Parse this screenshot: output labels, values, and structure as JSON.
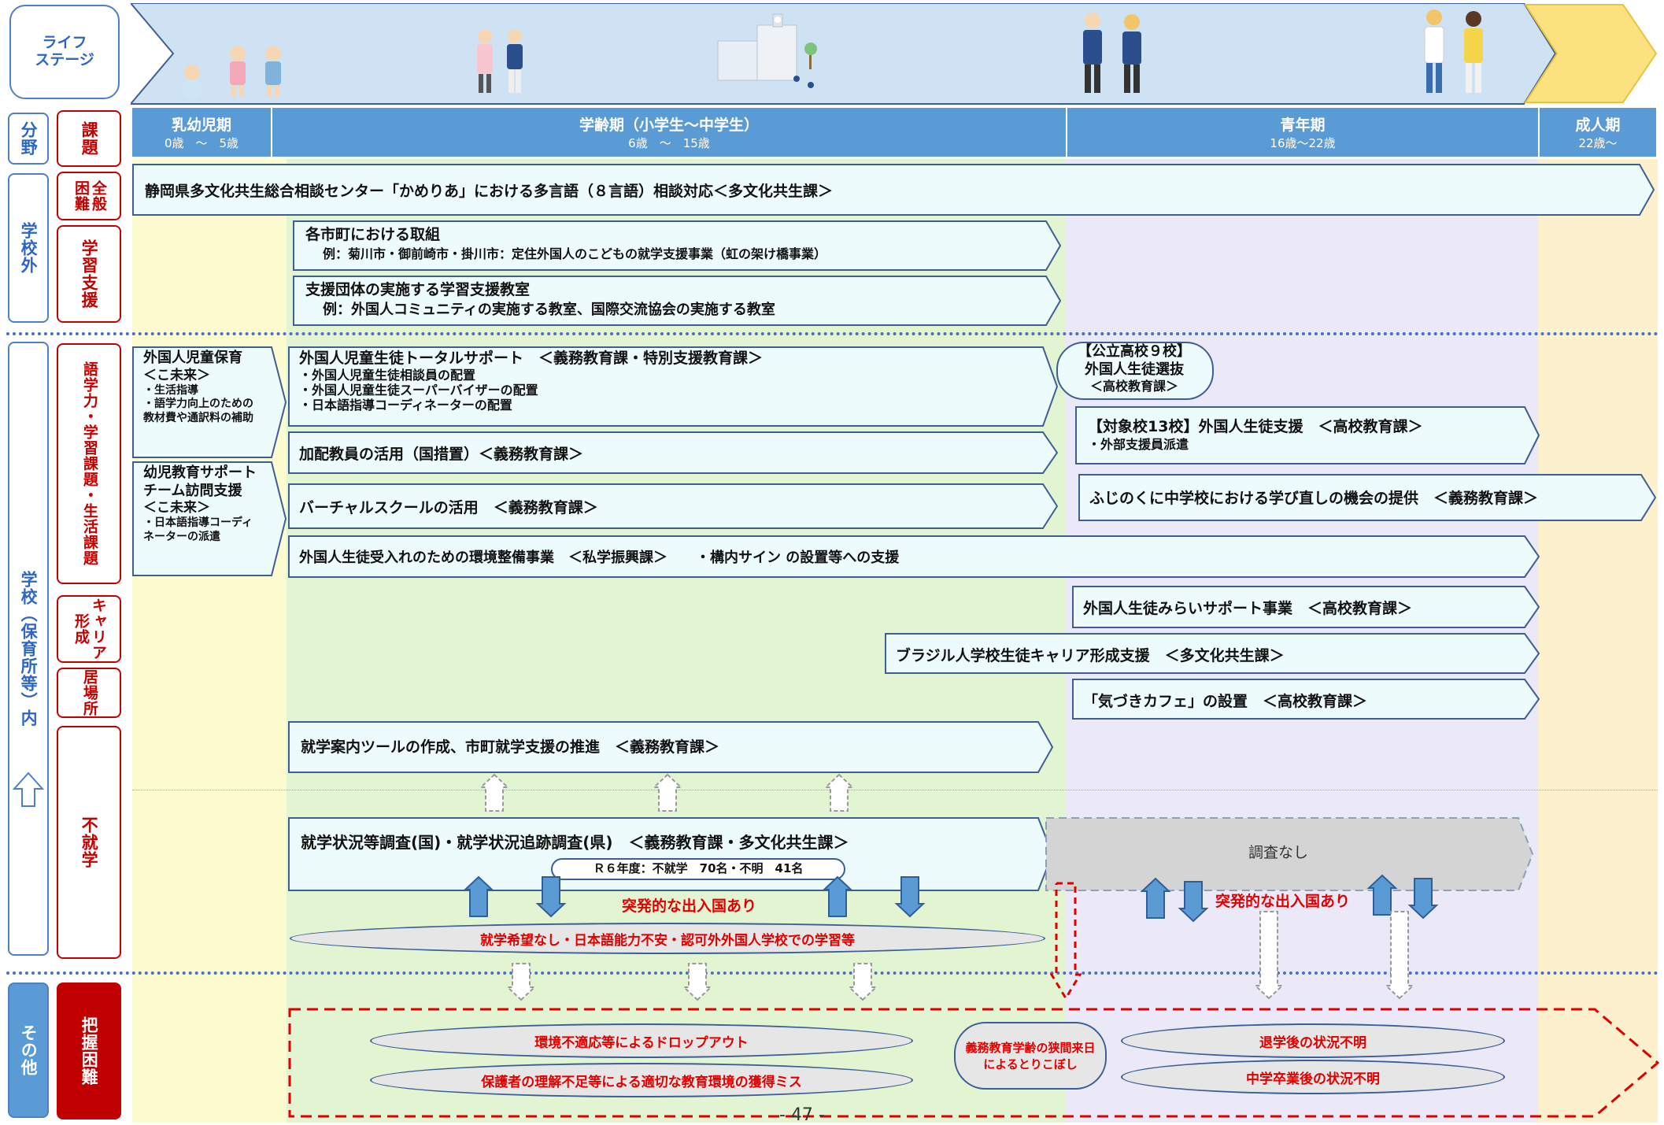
{
  "header": {
    "life_stage_label": "ライフ\nステージ",
    "bunya_label": "分野",
    "kadai_label": "課題"
  },
  "phases": [
    {
      "name": "乳幼児期",
      "age": "0歳　～　5歳"
    },
    {
      "name": "学齢期（小学生～中学生）",
      "age": "6歳　～　15歳"
    },
    {
      "name": "青年期",
      "age": "16歳～22歳"
    },
    {
      "name": "成人期",
      "age": "22歳～"
    }
  ],
  "sections": {
    "gakkougai": "学校外",
    "gakkounai": "学校（保育所等）内",
    "sonota": "その他"
  },
  "issues": {
    "zenpan": "全般\n困難",
    "gakushu": "学習支援",
    "gogaku": "語学力・学習課題・生活課題",
    "career": "キャリア形成",
    "ibasho": "居場所",
    "fushugaku": "不就学",
    "haaku": "把握困難"
  },
  "programs": {
    "kameria": "静岡県多文化共生総合相談センター「かめりあ」における多言語（８言語）相談対応＜多文化共生課＞",
    "shichoson_title": "各市町における取組",
    "shichoson_ex": "例：菊川市・御前崎市・掛川市：定住外国人のこどもの就学支援事業（虹の架け橋事業）",
    "shien_title": "支援団体の実施する学習支援教室",
    "shien_ex": "例：外国人コミュニティの実施する教室、国際交流協会の実施する教室",
    "hoiku_title": "外国人児童保育",
    "hoiku_dept": "＜こ未来＞",
    "hoiku_items": [
      "・生活指導",
      "・語学力向上のための教材費や通訳料の補助"
    ],
    "youji_title": "幼児教育サポートチーム訪問支援",
    "youji_dept": "＜こ未来＞",
    "youji_items": [
      "・日本語指導コーディネーターの派遣"
    ],
    "total_title": "外国人児童生徒トータルサポート　＜義務教育課・特別支援教育課＞",
    "total_items": [
      "・外国人児童生徒相談員の配置",
      "・外国人児童生徒スーパーバイザーの配置",
      "・日本語指導コーディネーターの配置"
    ],
    "kahai": "加配教員の活用（国措置）＜義務教育課＞",
    "virtual": "バーチャルスクールの活用　＜義務教育課＞",
    "kankyo": "外国人生徒受入れのための環境整備事業　＜私学振興課＞　　・構内サイン の設置等への支援",
    "koritsu_title": "【公立高校９校】",
    "koritsu_sub": "外国人生徒選抜",
    "koritsu_dept": "＜高校教育課＞",
    "taisho_title": "【対象校13校】外国人生徒支援　＜高校教育課＞",
    "taisho_item": "・外部支援員派遣",
    "fujinokuni": "ふじのくに中学校における学び直しの機会の提供　＜義務教育課＞",
    "mirai": "外国人生徒みらいサポート事業　＜高校教育課＞",
    "brazil": "ブラジル人学校生徒キャリア形成支援　＜多文化共生課＞",
    "kizuki": "「気づきカフェ」の設置　＜高校教育課＞",
    "annai": "就学案内ツールの作成、市町就学支援の推進　＜義務教育課＞",
    "chosa_title": "就学状況等調査(国)・就学状況追跡調査(県)　＜義務教育課・多文化共生課＞",
    "chosa_stats": "Ｒ６年度：不就学　70名・不明　41名",
    "chosa_nashi": "調査なし"
  },
  "notes": {
    "shutsunyu_1": "突発的な出入国あり",
    "shutsunyu_2": "突発的な出入国あり",
    "kibou": "就学希望なし・日本語能力不安・認可外外国人学校での学習等",
    "dropout": "環境不適応等によるドロップアウト",
    "hogosha": "保護者の理解不足等による適切な教育環境の獲得ミス",
    "toriko": "義務教育学齢の狭間来日によるとりこぼし",
    "taigaku": "退学後の状況不明",
    "sotsugyo": "中学卒業後の状況不明"
  },
  "page_number": "- 47 -",
  "colors": {
    "band_infant": "#fdfbd0",
    "band_school": "#e3f4d2",
    "band_youth": "#ebe8f8",
    "band_adult": "#fdf0cc",
    "phase_header": "#5b9bd5",
    "arrow_fill": "#eefbfd",
    "arrow_stroke": "#3f5f92",
    "red_text": "#e00000"
  }
}
